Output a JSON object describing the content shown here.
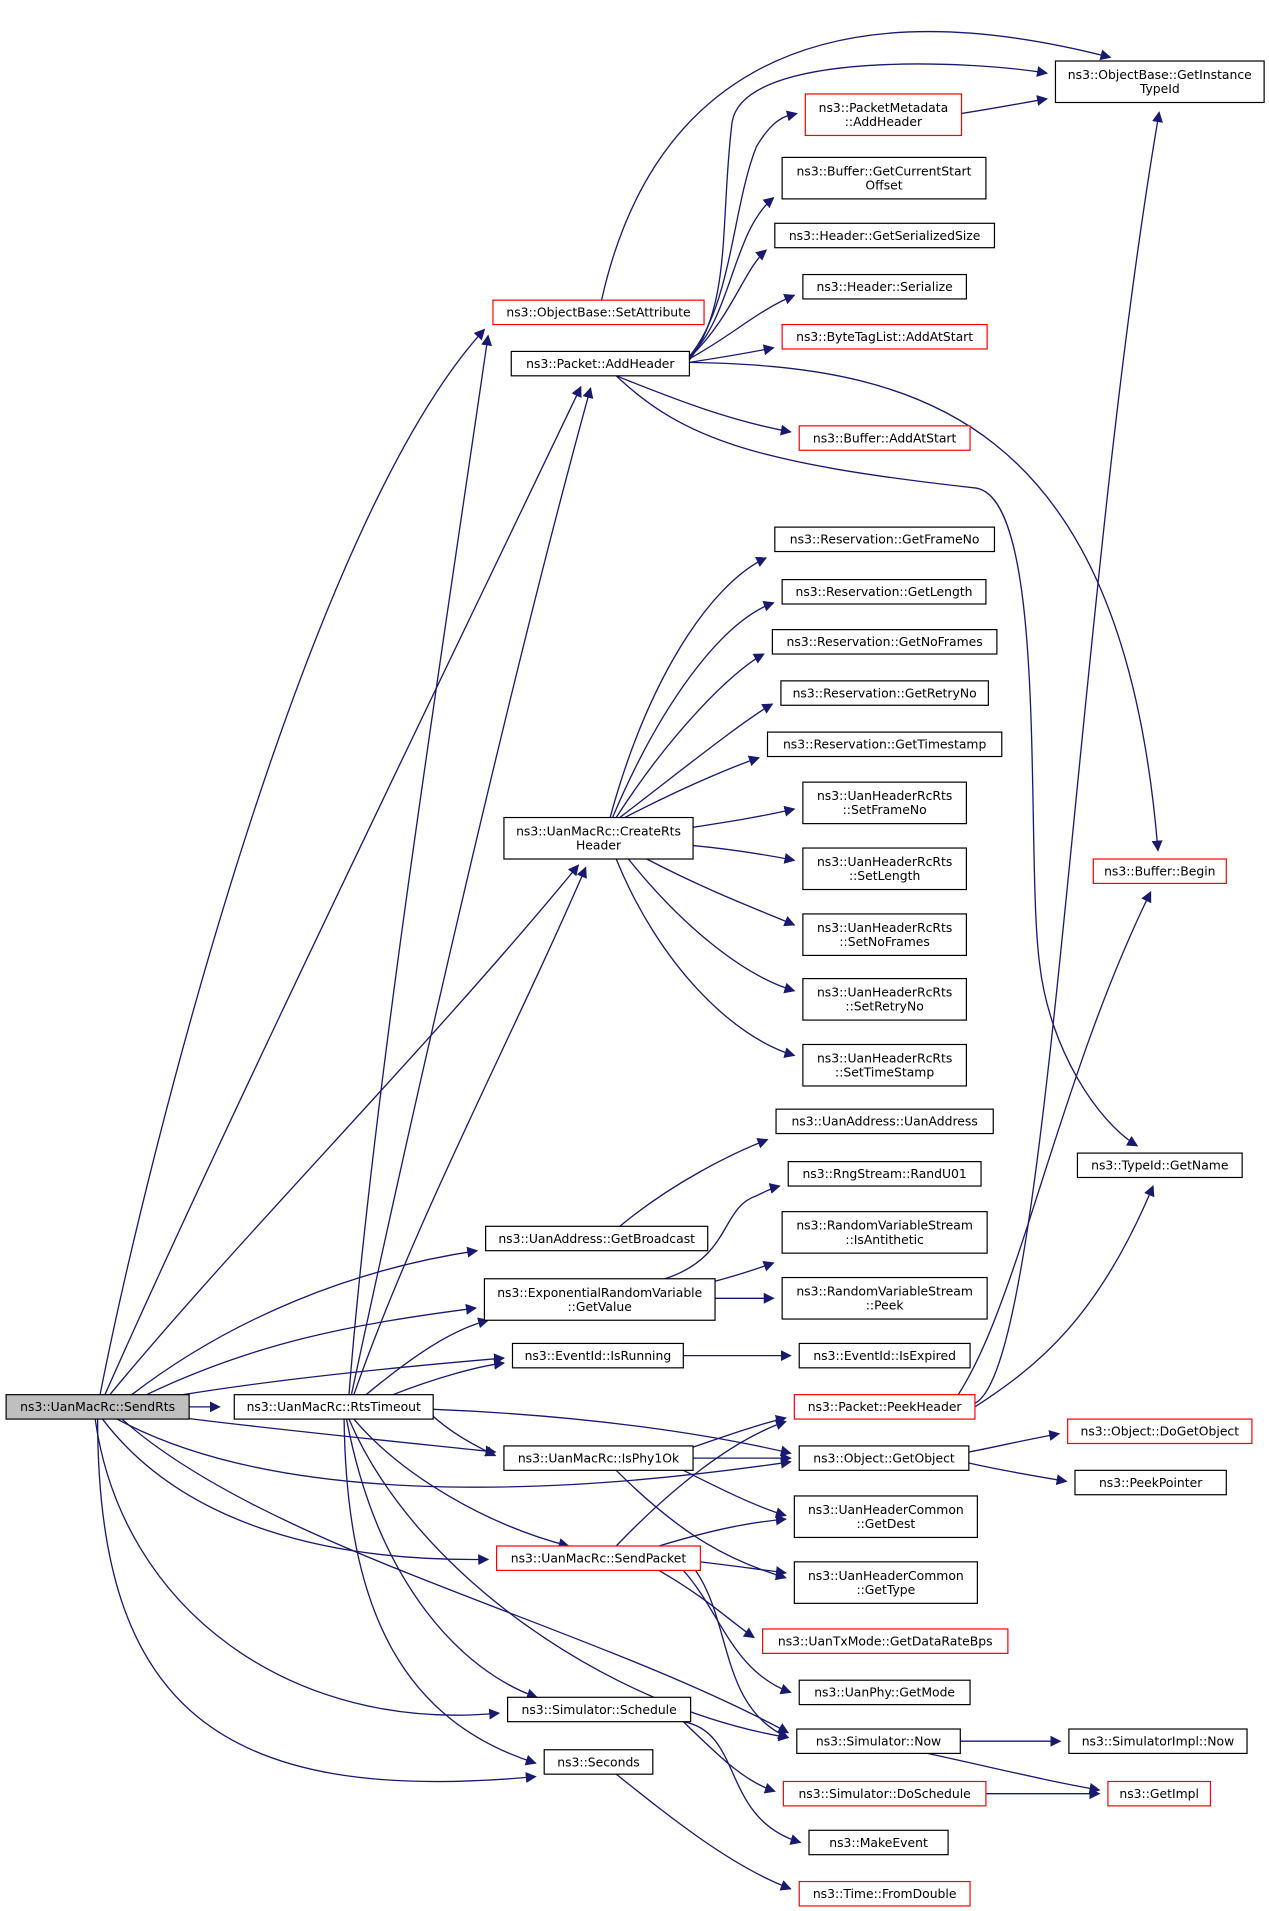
{
  "graph": {
    "colors": {
      "edge": "#191970",
      "node_border": "#000000",
      "node_border_highlight": "#ff0000",
      "root_fill": "#bfbfbf"
    },
    "nodes": [
      {
        "id": "sendrts",
        "lines": [
          "ns3::UanMacRc::SendRts"
        ],
        "style": "root"
      },
      {
        "id": "rtstimeout",
        "lines": [
          "ns3::UanMacRc::RtsTimeout"
        ],
        "style": "normal"
      },
      {
        "id": "setattr",
        "lines": [
          "ns3::ObjectBase::SetAttribute"
        ],
        "style": "red"
      },
      {
        "id": "addheader",
        "lines": [
          "ns3::Packet::AddHeader"
        ],
        "style": "normal"
      },
      {
        "id": "gitid",
        "lines": [
          "ns3::ObjectBase::GetInstance",
          "TypeId"
        ],
        "style": "normal"
      },
      {
        "id": "pmaddheader",
        "lines": [
          "ns3::PacketMetadata",
          "::AddHeader"
        ],
        "style": "red"
      },
      {
        "id": "bufcso",
        "lines": [
          "ns3::Buffer::GetCurrentStart",
          "Offset"
        ],
        "style": "normal"
      },
      {
        "id": "hdrgss",
        "lines": [
          "ns3::Header::GetSerializedSize"
        ],
        "style": "normal"
      },
      {
        "id": "hdrser",
        "lines": [
          "ns3::Header::Serialize"
        ],
        "style": "normal"
      },
      {
        "id": "btladd",
        "lines": [
          "ns3::ByteTagList::AddAtStart"
        ],
        "style": "red"
      },
      {
        "id": "bufadd",
        "lines": [
          "ns3::Buffer::AddAtStart"
        ],
        "style": "red"
      },
      {
        "id": "bufbegin",
        "lines": [
          "ns3::Buffer::Begin"
        ],
        "style": "red"
      },
      {
        "id": "resframe",
        "lines": [
          "ns3::Reservation::GetFrameNo"
        ],
        "style": "normal"
      },
      {
        "id": "reslen",
        "lines": [
          "ns3::Reservation::GetLength"
        ],
        "style": "normal"
      },
      {
        "id": "resnof",
        "lines": [
          "ns3::Reservation::GetNoFrames"
        ],
        "style": "normal"
      },
      {
        "id": "resretry",
        "lines": [
          "ns3::Reservation::GetRetryNo"
        ],
        "style": "normal"
      },
      {
        "id": "rests",
        "lines": [
          "ns3::Reservation::GetTimestamp"
        ],
        "style": "normal"
      },
      {
        "id": "createrts",
        "lines": [
          "ns3::UanMacRc::CreateRts",
          "Header"
        ],
        "style": "normal"
      },
      {
        "id": "rtsframe",
        "lines": [
          "ns3::UanHeaderRcRts",
          "::SetFrameNo"
        ],
        "style": "normal"
      },
      {
        "id": "rtslen",
        "lines": [
          "ns3::UanHeaderRcRts",
          "::SetLength"
        ],
        "style": "normal"
      },
      {
        "id": "rtsnof",
        "lines": [
          "ns3::UanHeaderRcRts",
          "::SetNoFrames"
        ],
        "style": "normal"
      },
      {
        "id": "rtsretry",
        "lines": [
          "ns3::UanHeaderRcRts",
          "::SetRetryNo"
        ],
        "style": "normal"
      },
      {
        "id": "rtsts",
        "lines": [
          "ns3::UanHeaderRcRts",
          "::SetTimeStamp"
        ],
        "style": "normal"
      },
      {
        "id": "uanaddr",
        "lines": [
          "ns3::UanAddress::UanAddress"
        ],
        "style": "normal"
      },
      {
        "id": "typeidname",
        "lines": [
          "ns3::TypeId::GetName"
        ],
        "style": "normal"
      },
      {
        "id": "randu01",
        "lines": [
          "ns3::RngStream::RandU01"
        ],
        "style": "normal"
      },
      {
        "id": "getbcast",
        "lines": [
          "ns3::UanAddress::GetBroadcast"
        ],
        "style": "normal"
      },
      {
        "id": "isanti",
        "lines": [
          "ns3::RandomVariableStream",
          "::IsAntithetic"
        ],
        "style": "normal"
      },
      {
        "id": "expgetval",
        "lines": [
          "ns3::ExponentialRandomVariable",
          "::GetValue"
        ],
        "style": "normal"
      },
      {
        "id": "peek",
        "lines": [
          "ns3::RandomVariableStream",
          "::Peek"
        ],
        "style": "normal"
      },
      {
        "id": "isrunning",
        "lines": [
          "ns3::EventId::IsRunning"
        ],
        "style": "normal"
      },
      {
        "id": "isexpired",
        "lines": [
          "ns3::EventId::IsExpired"
        ],
        "style": "normal"
      },
      {
        "id": "peekheader",
        "lines": [
          "ns3::Packet::PeekHeader"
        ],
        "style": "red"
      },
      {
        "id": "dogetobj",
        "lines": [
          "ns3::Object::DoGetObject"
        ],
        "style": "red"
      },
      {
        "id": "isphy1ok",
        "lines": [
          "ns3::UanMacRc::IsPhy1Ok"
        ],
        "style": "normal"
      },
      {
        "id": "getobj",
        "lines": [
          "ns3::Object::GetObject"
        ],
        "style": "normal"
      },
      {
        "id": "peekptr",
        "lines": [
          "ns3::PeekPointer"
        ],
        "style": "normal"
      },
      {
        "id": "ucdest",
        "lines": [
          "ns3::UanHeaderCommon",
          "::GetDest"
        ],
        "style": "normal"
      },
      {
        "id": "sendpkt",
        "lines": [
          "ns3::UanMacRc::SendPacket"
        ],
        "style": "red"
      },
      {
        "id": "uctype",
        "lines": [
          "ns3::UanHeaderCommon",
          "::GetType"
        ],
        "style": "normal"
      },
      {
        "id": "datarate",
        "lines": [
          "ns3::UanTxMode::GetDataRateBps"
        ],
        "style": "red"
      },
      {
        "id": "getmode",
        "lines": [
          "ns3::UanPhy::GetMode"
        ],
        "style": "normal"
      },
      {
        "id": "schedule",
        "lines": [
          "ns3::Simulator::Schedule"
        ],
        "style": "normal"
      },
      {
        "id": "simnow",
        "lines": [
          "ns3::Simulator::Now"
        ],
        "style": "normal"
      },
      {
        "id": "simimplnow",
        "lines": [
          "ns3::SimulatorImpl::Now"
        ],
        "style": "normal"
      },
      {
        "id": "seconds",
        "lines": [
          "ns3::Seconds"
        ],
        "style": "normal"
      },
      {
        "id": "doschedule",
        "lines": [
          "ns3::Simulator::DoSchedule"
        ],
        "style": "red"
      },
      {
        "id": "getimpl",
        "lines": [
          "ns3::GetImpl"
        ],
        "style": "red"
      },
      {
        "id": "makeevent",
        "lines": [
          "ns3::MakeEvent"
        ],
        "style": "normal"
      },
      {
        "id": "fromdouble",
        "lines": [
          "ns3::Time::FromDouble"
        ],
        "style": "red"
      }
    ]
  }
}
